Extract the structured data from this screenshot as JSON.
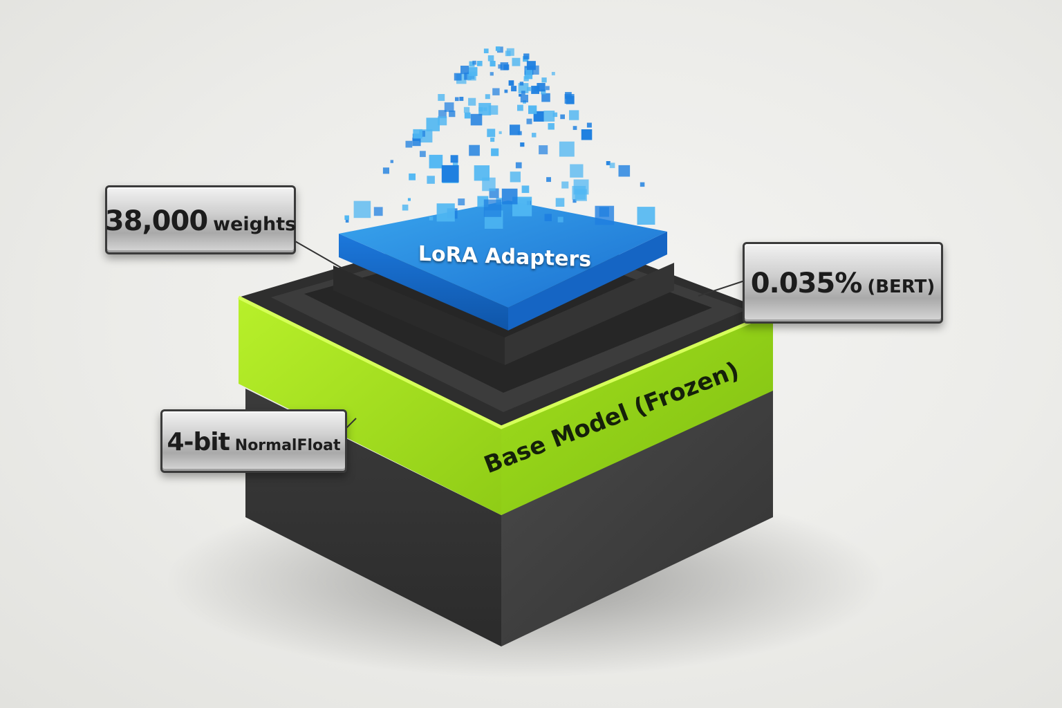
{
  "layers": {
    "adapters_label": "LoRA Adapters",
    "base_label": "Base Model (Frozen)"
  },
  "callouts": {
    "weights": {
      "value": "38,000",
      "unit": "weights"
    },
    "percent": {
      "value": "0.035%",
      "unit": "(BERT)"
    },
    "quant": {
      "value": "4-bit",
      "unit": "NormalFloat"
    }
  },
  "colors": {
    "adapter_blue": "#1e7fe0",
    "adapter_blue_light": "#4fb6f2",
    "base_green": "#a6e41f",
    "concrete_dark": "#3a3a3a",
    "background": "#ebebe8"
  }
}
